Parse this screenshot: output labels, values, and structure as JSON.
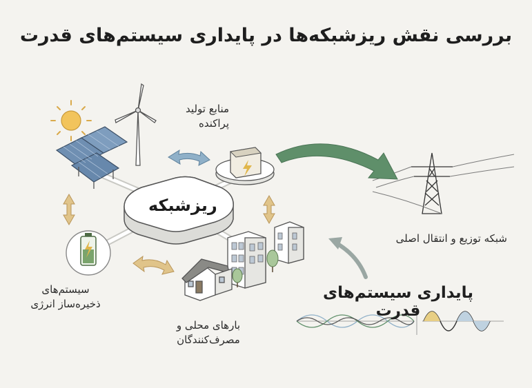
{
  "title": "بررسی نقش ریزشبکه‌ها در پایداری سیستم‌های قدرت",
  "hub": {
    "label": "ریزشبکه"
  },
  "nodes": {
    "distributed_sources": {
      "line1": "منابع تولید",
      "line2": "پراکنده"
    },
    "storage": {
      "line1": "سیستم‌های",
      "line2": "ذخیره‌ساز انرژی"
    },
    "loads": {
      "line1": "بارهای محلی و",
      "line2": "مصرف‌کنندگان"
    },
    "main_grid": {
      "label": "شبکه توزیع و انتقال اصلی"
    },
    "stability": {
      "label": "پایداری سیستم‌های قدرت"
    }
  },
  "colors": {
    "background": "#f4f3ef",
    "arrow_gold": "#e0c48a",
    "arrow_blue": "#8fb0c8",
    "arrow_green": "#5f8f6a",
    "battery_green": "#7aa46c",
    "sun": "#f2c45c",
    "panel_blue": "#6f8fb2"
  },
  "icons": [
    "sun-icon",
    "wind-turbine-icon",
    "solar-panel-icon",
    "battery-icon",
    "inverter-icon",
    "transmission-tower-icon",
    "house-icon",
    "building-icon",
    "tree-icon",
    "waveform-icon"
  ]
}
